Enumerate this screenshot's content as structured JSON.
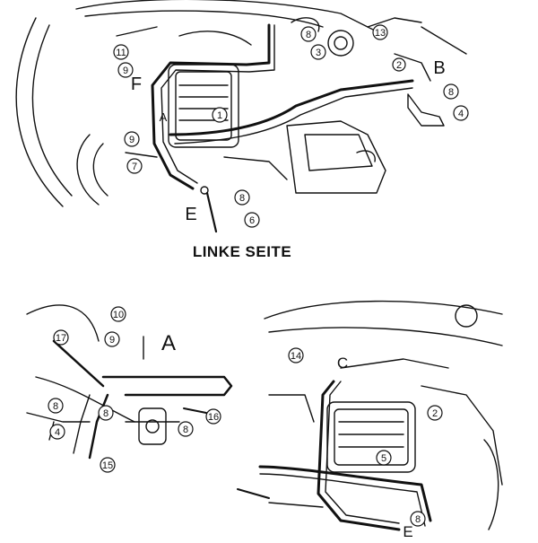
{
  "heading": "LINKE SEITE",
  "top_view": {
    "letters": [
      "F",
      "B",
      "E",
      "A"
    ],
    "callouts": [
      "1",
      "2",
      "3",
      "4",
      "6",
      "7",
      "8",
      "8",
      "8",
      "9",
      "9",
      "11",
      "13"
    ]
  },
  "detail_a": {
    "letter": "A",
    "callouts": [
      "4",
      "8",
      "8",
      "8",
      "9",
      "10",
      "15",
      "16",
      "17"
    ]
  },
  "detail_right": {
    "letters": [
      "C",
      "E"
    ],
    "callouts": [
      "2",
      "5",
      "8",
      "14"
    ]
  },
  "colors": {
    "ink": "#111111",
    "paper": "#ffffff",
    "callout_dark": "#222222"
  }
}
